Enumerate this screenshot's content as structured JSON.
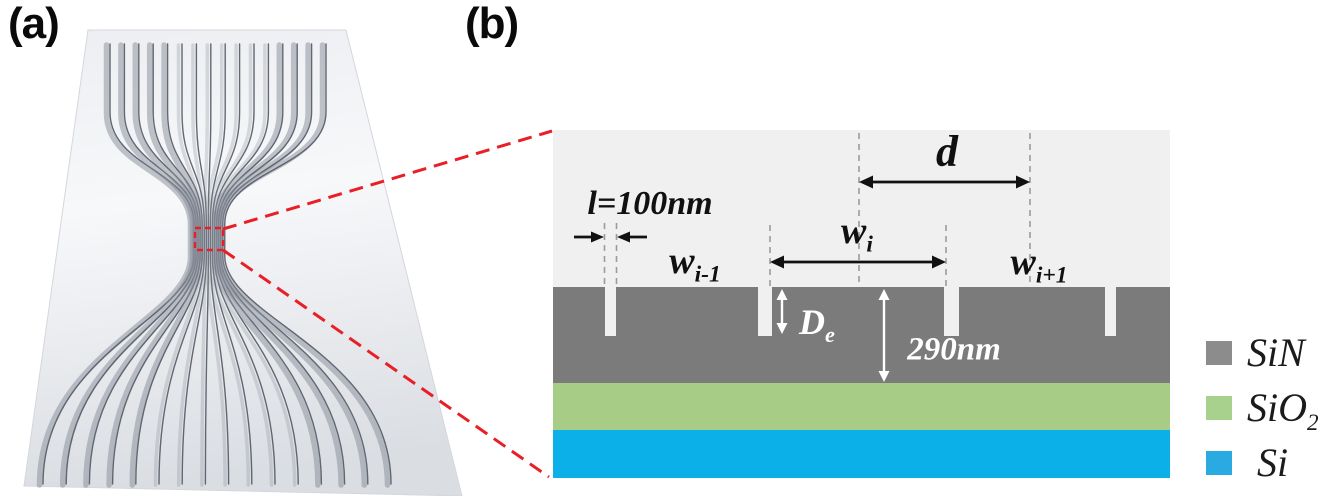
{
  "figure": {
    "panel_a": {
      "label": "(a)",
      "waveguide_count": 16
    },
    "panel_b": {
      "label": "(b)"
    }
  },
  "cross_section": {
    "labels": {
      "pitch": "d",
      "gap": "l=100nm",
      "w_prev": {
        "base": "w",
        "sub": "i-1"
      },
      "w_cur": {
        "base": "w",
        "sub": "i"
      },
      "w_next": {
        "base": "w",
        "sub": "i+1"
      },
      "etch_depth": {
        "base": "D",
        "sub": "e"
      },
      "film_thickness": "290nm"
    },
    "background_color": "#f0f0f1",
    "callout_color": "#e81f26",
    "layers": [
      {
        "name": "SiN",
        "color": "#7b7b7b"
      },
      {
        "name": "SiO2",
        "color": "#a7cc85"
      },
      {
        "name": "Si",
        "color": "#0cb0e8"
      }
    ]
  },
  "legend": {
    "items": [
      {
        "label": "SiN",
        "sub": "",
        "color": "#8c8c8c"
      },
      {
        "label": "SiO",
        "sub": "2",
        "color": "#a9d18e"
      },
      {
        "label": "Si",
        "sub": "",
        "color": "#29abe2"
      }
    ]
  }
}
